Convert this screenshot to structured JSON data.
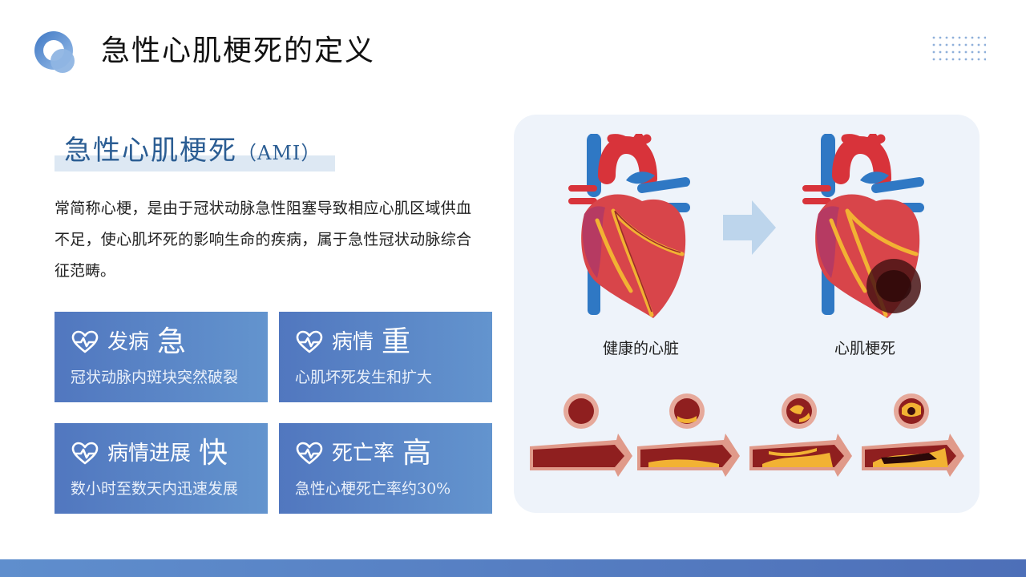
{
  "header": {
    "title": "急性心肌梗死的定义"
  },
  "section": {
    "subtitle_main": "急性心肌梗死",
    "subtitle_paren": "（AMI）",
    "description": "常简称心梗，是由于冠状动脉急性阻塞导致相应心肌区域供血不足，使心肌坏死的影响生命的疾病，属于急性冠状动脉综合征范畴。"
  },
  "cards": [
    {
      "label": "发病",
      "emphasis": "急",
      "detail": "冠状动脉内斑块突然破裂",
      "icon": "heartbeat-icon"
    },
    {
      "label": "病情",
      "emphasis": "重",
      "detail": "心肌坏死发生和扩大",
      "icon": "heartbeat-icon"
    },
    {
      "label": "病情进展",
      "emphasis": "快",
      "detail": "数小时至数天内迅速发展",
      "icon": "heartbeat-icon"
    },
    {
      "label": "死亡率",
      "emphasis": "高",
      "detail": "急性心梗死亡率约30%",
      "icon": "heartbeat-icon"
    }
  ],
  "illustration": {
    "healthy_label": "健康的心脏",
    "infarct_label": "心肌梗死",
    "arrow_icon": "right-arrow-icon",
    "artery_stages": 4
  },
  "colors": {
    "accent": "#2b5d93",
    "card_start": "#5177bf",
    "card_end": "#6394ce",
    "panel_bg": "#eef3fa",
    "heart_red": "#d8333a",
    "vessel_blue": "#2f78c4"
  }
}
